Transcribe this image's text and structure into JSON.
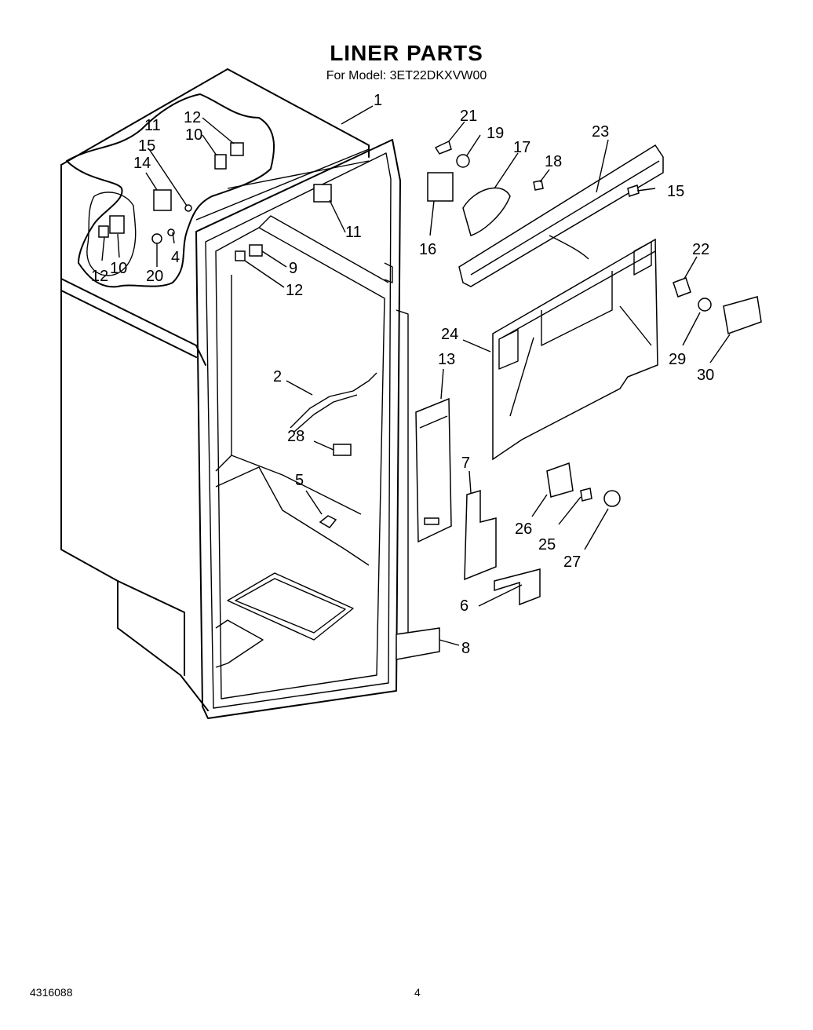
{
  "header": {
    "title": "LINER PARTS",
    "subtitle": "For Model: 3ET22DKXVW00"
  },
  "footer": {
    "doc_number": "4316088",
    "page_number": "4"
  },
  "callouts": {
    "c1": "1",
    "c2": "2",
    "c4": "4",
    "c5": "5",
    "c6": "6",
    "c7": "7",
    "c8": "8",
    "c9": "9",
    "c10a": "10",
    "c10b": "10",
    "c11a": "11",
    "c11b": "11",
    "c12a": "12",
    "c12b": "12",
    "c12c": "12",
    "c13": "13",
    "c14": "14",
    "c15a": "15",
    "c15b": "15",
    "c16": "16",
    "c17": "17",
    "c18": "18",
    "c19": "19",
    "c20": "20",
    "c21": "21",
    "c22": "22",
    "c23": "23",
    "c24": "24",
    "c25": "25",
    "c26": "26",
    "c27": "27",
    "c28": "28",
    "c29": "29",
    "c30": "30"
  }
}
